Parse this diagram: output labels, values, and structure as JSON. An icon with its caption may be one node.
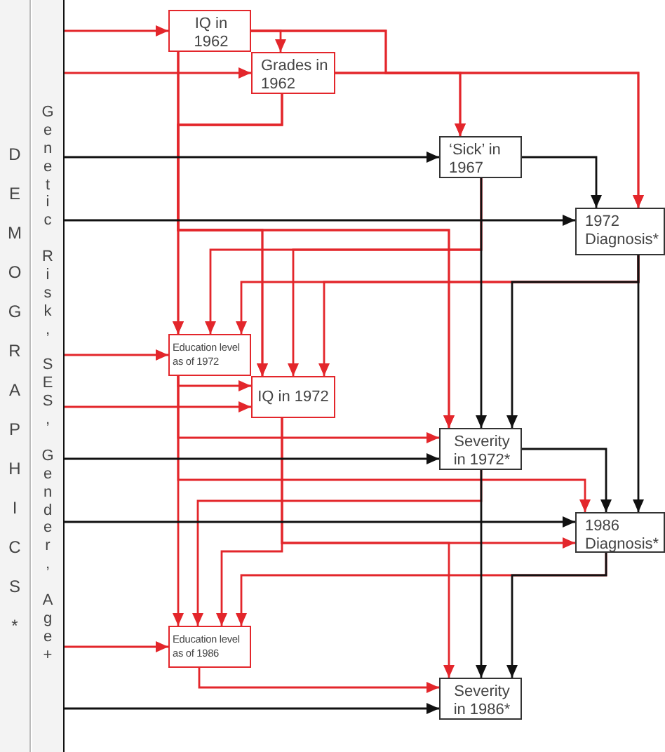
{
  "diagram": {
    "nodes": [
      {
        "text": [
          "DEMOGRAPHICS*"
        ]
      },
      {
        "text": [
          "Genetic Risk, SES, Gender, Age+"
        ]
      },
      {
        "text": [
          "IQ in 1962"
        ]
      },
      {
        "text": [
          "Grades in 1962"
        ]
      },
      {
        "text": [
          "‘Sick’ in 1967"
        ]
      },
      {
        "text": [
          "1972 Diagnosis*"
        ]
      },
      {
        "text": [
          "Education level as of 1972"
        ]
      },
      {
        "text": [
          "IQ in 1972"
        ]
      },
      {
        "text": [
          "Severity in 1972*"
        ]
      },
      {
        "text": [
          "1986 Diagnosis*"
        ]
      },
      {
        "text": [
          "Education level as of 1986"
        ]
      },
      {
        "text": [
          "Severity in 1986*"
        ]
      }
    ],
    "edges": [
      {
        "from": 1,
        "to": 2,
        "arrow": "to"
      },
      {
        "from": 1,
        "to": 3,
        "arrow": "to"
      },
      {
        "from": 1,
        "to": 4,
        "arrow": "to",
        "color": "#111111"
      },
      {
        "from": 1,
        "to": 5,
        "arrow": "to",
        "color": "#111111"
      },
      {
        "from": 1,
        "to": 6,
        "arrow": "to"
      },
      {
        "from": 1,
        "to": 7,
        "arrow": "to"
      },
      {
        "from": 1,
        "to": 8,
        "arrow": "to",
        "color": "#111111"
      },
      {
        "from": 1,
        "to": 9,
        "arrow": "to",
        "color": "#111111"
      },
      {
        "from": 1,
        "to": 10,
        "arrow": "to"
      },
      {
        "from": 1,
        "to": 11,
        "arrow": "to",
        "color": "#111111"
      },
      {
        "from": 2,
        "to": 3,
        "arrow": "to"
      },
      {
        "from": 2,
        "to": 4,
        "arrow": "to"
      },
      {
        "from": 2,
        "to": 5,
        "arrow": "to"
      },
      {
        "from": 3,
        "to": 4,
        "arrow": "to"
      },
      {
        "from": 3,
        "to": 5,
        "arrow": "to"
      },
      {
        "from": 2,
        "to": 6,
        "arrow": "to"
      },
      {
        "from": 3,
        "to": 6,
        "arrow": "to"
      },
      {
        "from": 2,
        "to": 7,
        "arrow": "to"
      },
      {
        "from": 3,
        "to": 7,
        "arrow": "to"
      },
      {
        "from": 2,
        "to": 8,
        "arrow": "to"
      },
      {
        "from": 3,
        "to": 8,
        "arrow": "to"
      },
      {
        "from": 4,
        "to": 5,
        "arrow": "to",
        "color": "#111111"
      },
      {
        "from": 4,
        "to": 8,
        "arrow": "to",
        "color": "#111111"
      },
      {
        "from": 4,
        "to": 6,
        "arrow": "to"
      },
      {
        "from": 4,
        "to": 7,
        "arrow": "to"
      },
      {
        "from": 5,
        "to": 9,
        "arrow": "to",
        "color": "#111111"
      },
      {
        "from": 5,
        "to": 8,
        "arrow": "to",
        "color": "#111111"
      },
      {
        "from": 5,
        "to": 6,
        "arrow": "to"
      },
      {
        "from": 5,
        "to": 7,
        "arrow": "to"
      },
      {
        "from": 6,
        "to": 7,
        "arrow": "to"
      },
      {
        "from": 6,
        "to": 8,
        "arrow": "to"
      },
      {
        "from": 6,
        "to": 9,
        "arrow": "to"
      },
      {
        "from": 6,
        "to": 10,
        "arrow": "to"
      },
      {
        "from": 8,
        "to": 9,
        "arrow": "to",
        "color": "#111111"
      },
      {
        "from": 8,
        "to": 11,
        "arrow": "to",
        "color": "#111111"
      },
      {
        "from": 8,
        "to": 10,
        "arrow": "to"
      },
      {
        "from": 7,
        "to": 10,
        "arrow": "to"
      },
      {
        "from": 7,
        "to": 9,
        "arrow": "to"
      },
      {
        "from": 7,
        "to": 11,
        "arrow": "to"
      },
      {
        "from": 9,
        "to": 11,
        "arrow": "to",
        "color": "#111111"
      },
      {
        "from": 9,
        "to": 10,
        "arrow": "to"
      },
      {
        "from": 10,
        "to": 11,
        "arrow": "to"
      }
    ]
  }
}
